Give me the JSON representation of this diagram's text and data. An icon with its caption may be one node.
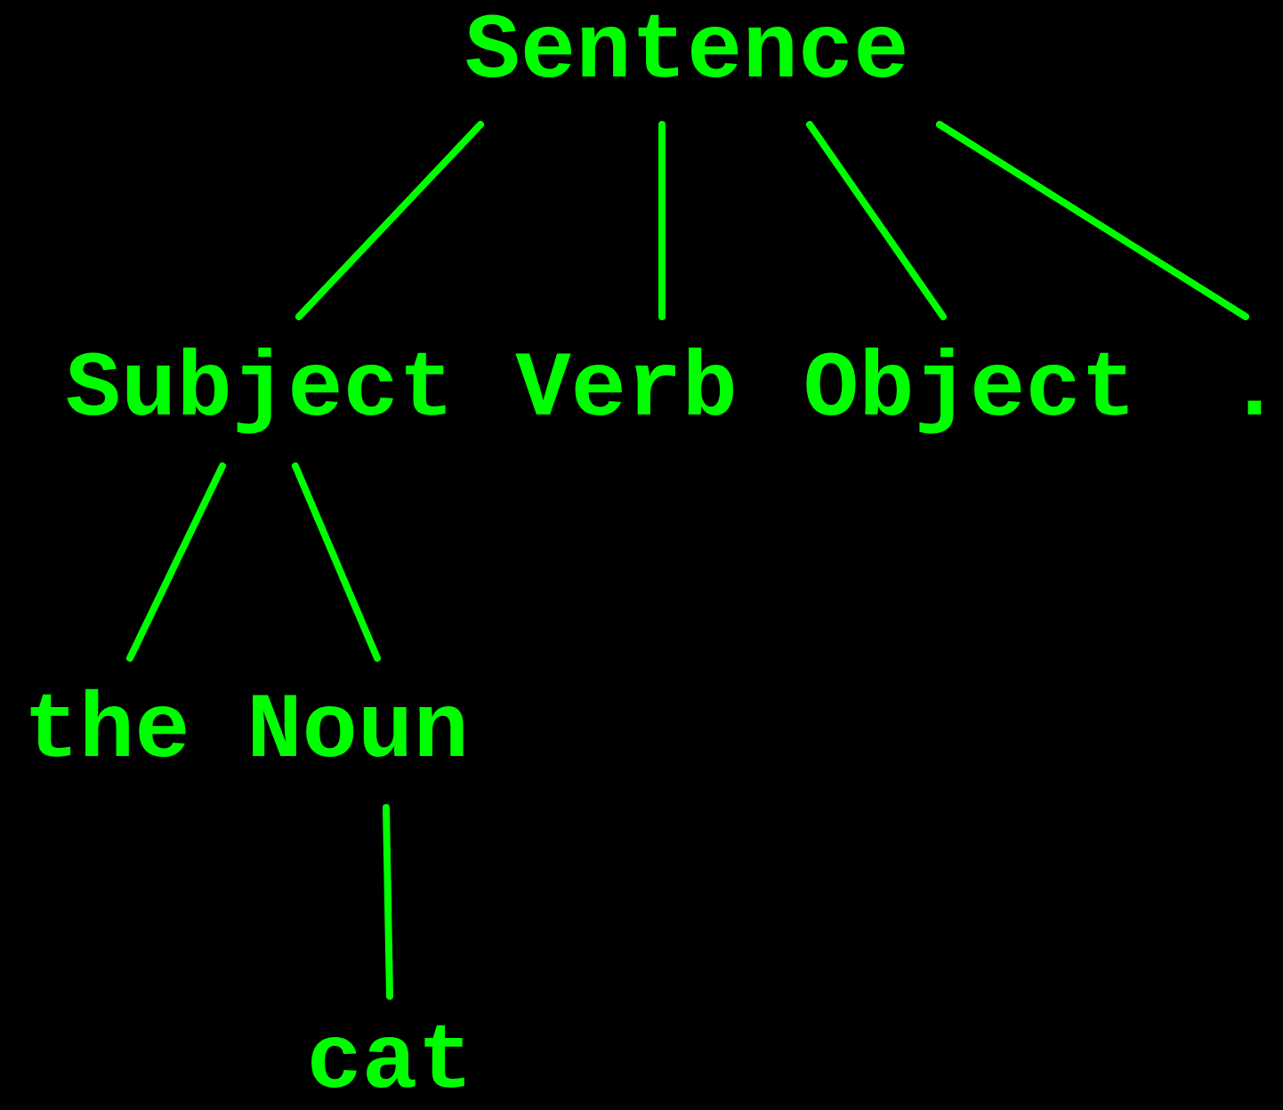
{
  "diagram": {
    "nodes": [
      {
        "text": [
          "Sentence"
        ]
      },
      {
        "text": [
          "Subject"
        ]
      },
      {
        "text": [
          "Verb"
        ]
      },
      {
        "text": [
          "Object"
        ]
      },
      {
        "text": [
          "."
        ]
      },
      {
        "text": [
          "the"
        ]
      },
      {
        "text": [
          "Noun"
        ]
      },
      {
        "text": [
          "cat"
        ]
      }
    ],
    "edges": [
      {
        "from": 0,
        "to": 1,
        "arrow": "none"
      },
      {
        "from": 0,
        "to": 2,
        "arrow": "none"
      },
      {
        "from": 0,
        "to": 3,
        "arrow": "none"
      },
      {
        "from": 0,
        "to": 4,
        "arrow": "none"
      },
      {
        "from": 1,
        "to": 5,
        "arrow": "none"
      },
      {
        "from": 1,
        "to": 6,
        "arrow": "none"
      },
      {
        "from": 6,
        "to": 7,
        "arrow": "none"
      }
    ]
  }
}
